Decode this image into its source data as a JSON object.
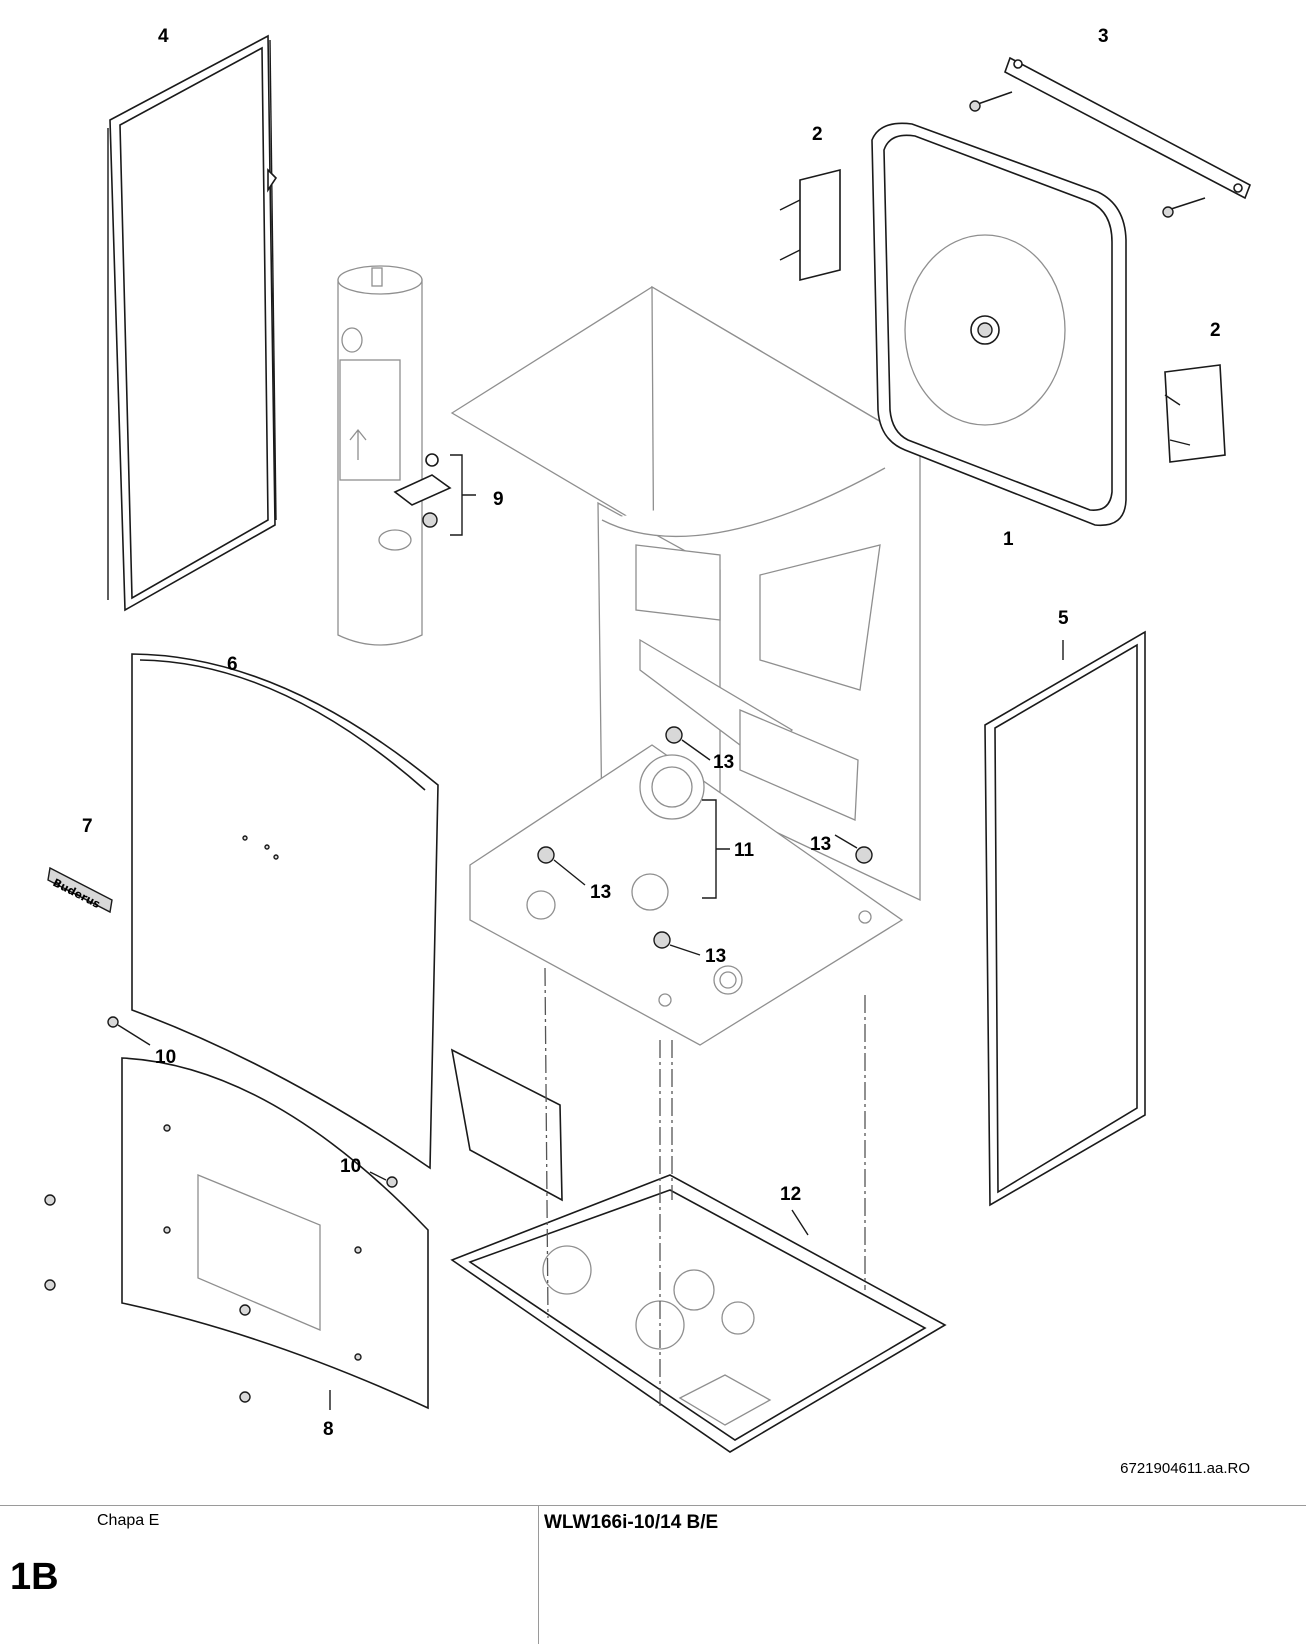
{
  "diagram": {
    "callouts": {
      "c1": "1",
      "c2a": "2",
      "c2b": "2",
      "c3": "3",
      "c4": "4",
      "c5": "5",
      "c6": "6",
      "c7": "7",
      "c8": "8",
      "c9": "9",
      "c10a": "10",
      "c10b": "10",
      "c11": "11",
      "c12": "12",
      "c13a": "13",
      "c13b": "13",
      "c13c": "13",
      "c13d": "13"
    },
    "logo_text": "Buderus",
    "document_code": "6721904611.aa.RO"
  },
  "footer": {
    "section_title": "Chapa E",
    "figure_id": "1B",
    "model": "WLW166i-10/14 B/E"
  }
}
